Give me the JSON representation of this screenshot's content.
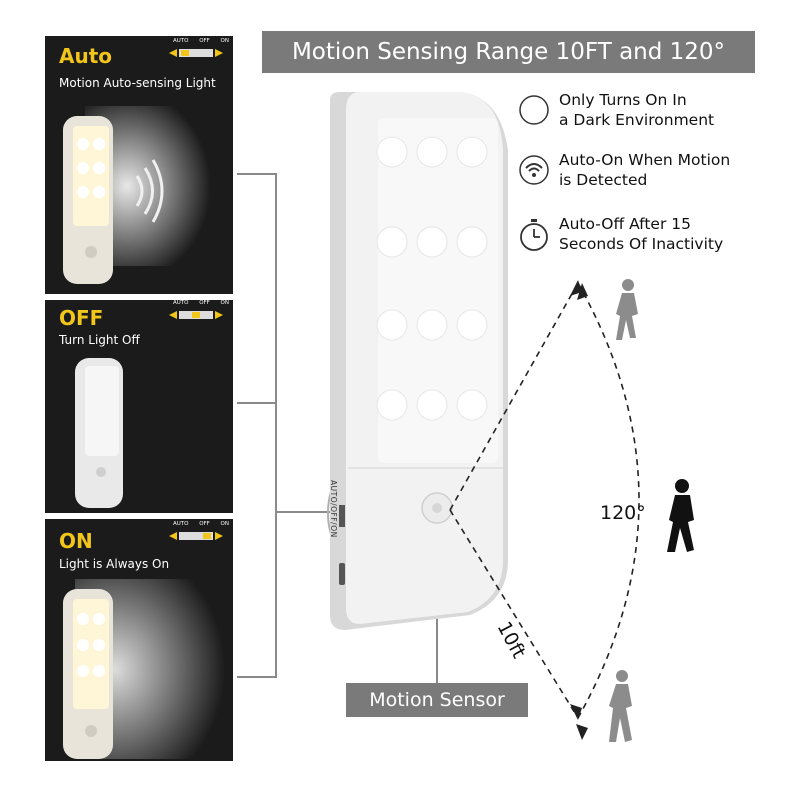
{
  "banner": {
    "text": "Motion Sensing Range 10FT and 120°"
  },
  "modes": [
    {
      "title": "Auto",
      "subtitle": "Motion Auto-sensing Light",
      "switch_labels": [
        "AUTO",
        "OFF",
        "ON"
      ]
    },
    {
      "title": "OFF",
      "subtitle": "Turn Light Off",
      "switch_labels": [
        "AUTO",
        "OFF",
        "ON"
      ]
    },
    {
      "title": "ON",
      "subtitle": "Light is Always On",
      "switch_labels": [
        "AUTO",
        "OFF",
        "ON"
      ]
    }
  ],
  "features": [
    {
      "icon": "moon-icon",
      "line1": "Only Turns On In",
      "line2": "a Dark Environment"
    },
    {
      "icon": "wifi-icon",
      "line1": "Auto-On When Motion",
      "line2": "is Detected"
    },
    {
      "icon": "stopwatch-icon",
      "line1": "Auto-Off After 15",
      "line2": "Seconds Of Inactivity"
    }
  ],
  "device": {
    "switch_text": "AUTO/OFF/ON"
  },
  "sensor_label": "Motion Sensor",
  "angle_label": "120°",
  "distance_label": "10ft",
  "colors": {
    "accent": "#f2c51a",
    "banner_bg": "#7a7a7a",
    "panel_bg": "#1b1b1b"
  }
}
